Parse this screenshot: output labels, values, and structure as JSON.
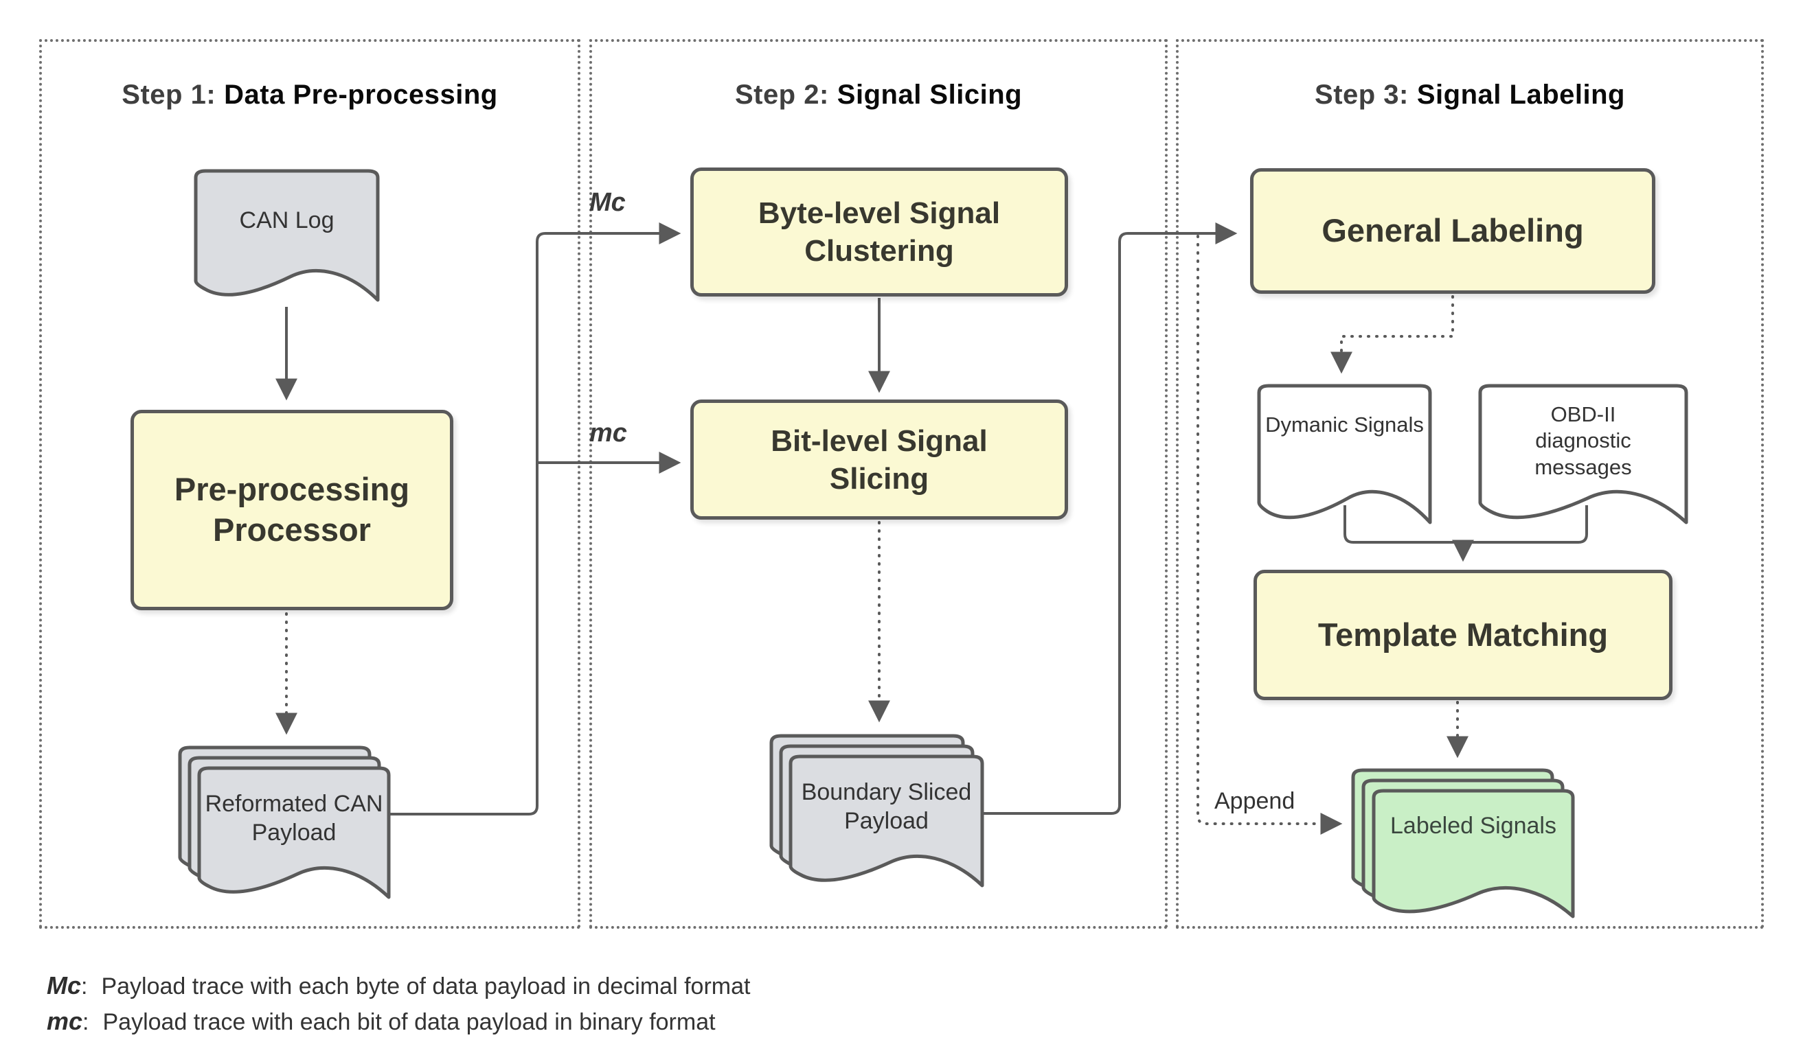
{
  "panels": [
    {
      "title_prefix": "Step 1:",
      "title_rest": "Data Pre-processing"
    },
    {
      "title_prefix": "Step 2:",
      "title_rest": "Signal Slicing"
    },
    {
      "title_prefix": "Step 3:",
      "title_rest": "Signal Labeling"
    }
  ],
  "nodes": {
    "can_log": {
      "label": "CAN Log"
    },
    "preprocessing": {
      "label": "Pre-processing Processor"
    },
    "reformated": {
      "label": "Reformated CAN Payload"
    },
    "byte_level": {
      "label": "Byte-level Signal Clustering"
    },
    "bit_level": {
      "label": "Bit-level Signal Slicing"
    },
    "boundary": {
      "label": "Boundary Sliced Payload"
    },
    "general_labeling": {
      "label": "General Labeling"
    },
    "dynamic_signals": {
      "label": "Dymanic Signals"
    },
    "obd_messages": {
      "label": "OBD-II diagnostic messages"
    },
    "template_matching": {
      "label": "Template Matching"
    },
    "labeled_signals": {
      "label": "Labeled Signals"
    }
  },
  "edge_labels": {
    "mc_upper": "Mc",
    "mc_lower": "mc",
    "append": "Append"
  },
  "legend": [
    {
      "term": "Mc",
      "colon": ":",
      "desc": "Payload trace with each byte of data payload in decimal format"
    },
    {
      "term": "mc",
      "colon": ":",
      "desc": "Payload trace with each bit of data payload in binary format"
    }
  ],
  "colors": {
    "box_fill": "#FBF9D3",
    "doc_fill": "#DBDDE1",
    "result_fill": "#C9EFC6",
    "white_fill": "#FFFFFF",
    "stroke": "#5A5A5A",
    "panel_border": "#6E6E6E",
    "text": "#333333"
  }
}
